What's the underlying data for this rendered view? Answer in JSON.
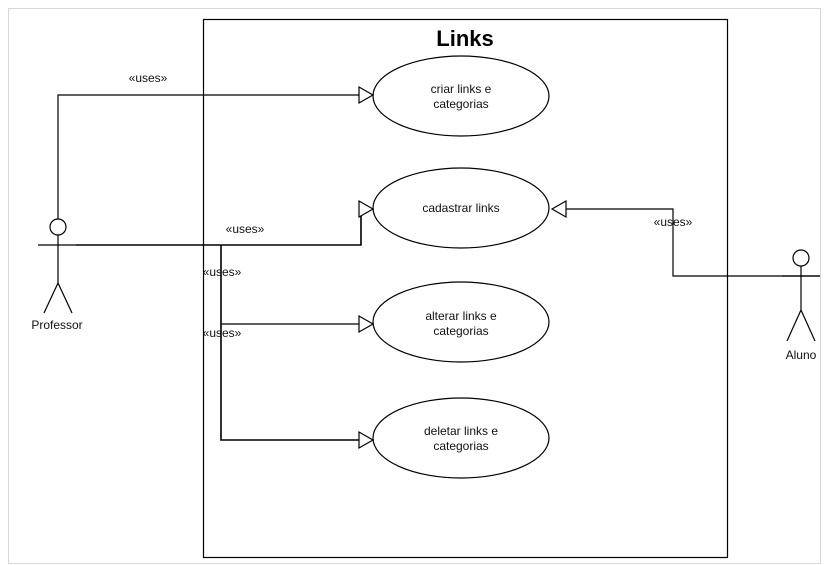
{
  "diagram": {
    "title": "Links",
    "actors": {
      "professor": "Professor",
      "aluno": "Aluno"
    },
    "use_cases": {
      "criar": [
        "criar links e",
        "categorias"
      ],
      "cadastrar": [
        "cadastrar links"
      ],
      "alterar": [
        "alterar links e",
        "categorias"
      ],
      "deletar": [
        "deletar links e",
        "categorias"
      ]
    },
    "stereotype": "«uses»"
  }
}
